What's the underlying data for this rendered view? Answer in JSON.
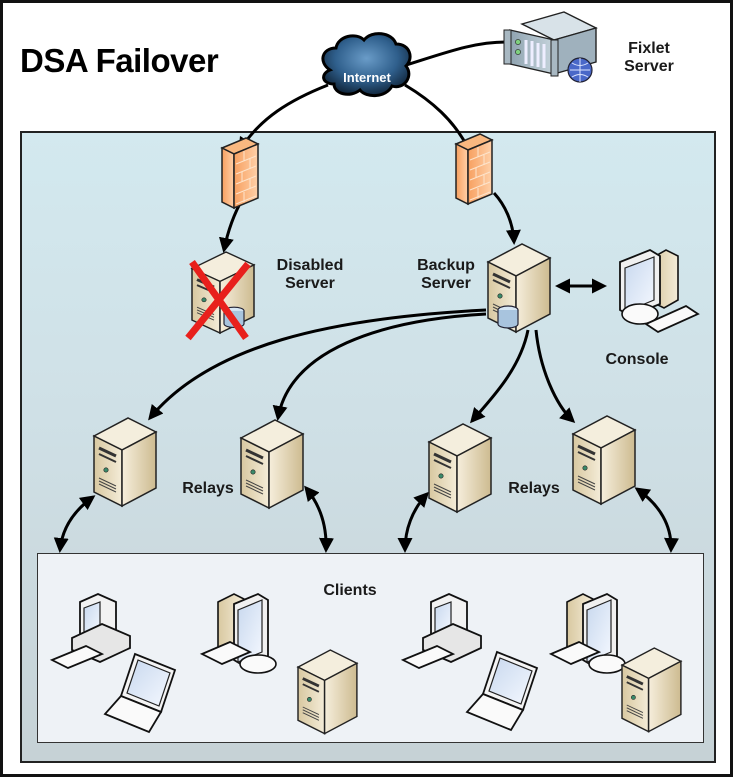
{
  "title": "DSA Failover",
  "nodes": {
    "fixlet_server": {
      "label_line1": "Fixlet",
      "label_line2": "Server",
      "icon": "rack-server-globe-icon"
    },
    "internet": {
      "label": "Internet",
      "icon": "cloud-icon"
    },
    "firewall_left": {
      "icon": "firewall-icon"
    },
    "firewall_right": {
      "icon": "firewall-icon"
    },
    "disabled_server": {
      "label_line1": "Disabled",
      "label_line2": "Server",
      "icon": "tower-server-database-icon",
      "status": "disabled",
      "status_mark": "red-x-icon"
    },
    "backup_server": {
      "label_line1": "Backup",
      "label_line2": "Server",
      "icon": "tower-server-database-icon"
    },
    "console": {
      "label": "Console",
      "icon": "workstation-icon"
    },
    "relays_left": {
      "label": "Relays",
      "count": 2,
      "icon": "tower-server-icon"
    },
    "relays_right": {
      "label": "Relays",
      "count": 2,
      "icon": "tower-server-icon"
    },
    "clients": {
      "label": "Clients",
      "items": [
        "desktop-pc",
        "laptop",
        "workstation",
        "tower-server",
        "desktop-pc",
        "laptop",
        "workstation",
        "tower-server"
      ]
    }
  },
  "colors": {
    "panel_top": "#d3e9ef",
    "panel_bottom": "#c6d2d6",
    "clients_bg": "#eef2f6",
    "firewall": "#f08a3c",
    "server_beige": "#e8dcc0",
    "disabled_mark": "#e8201c",
    "cloud": "#2a5a86"
  }
}
